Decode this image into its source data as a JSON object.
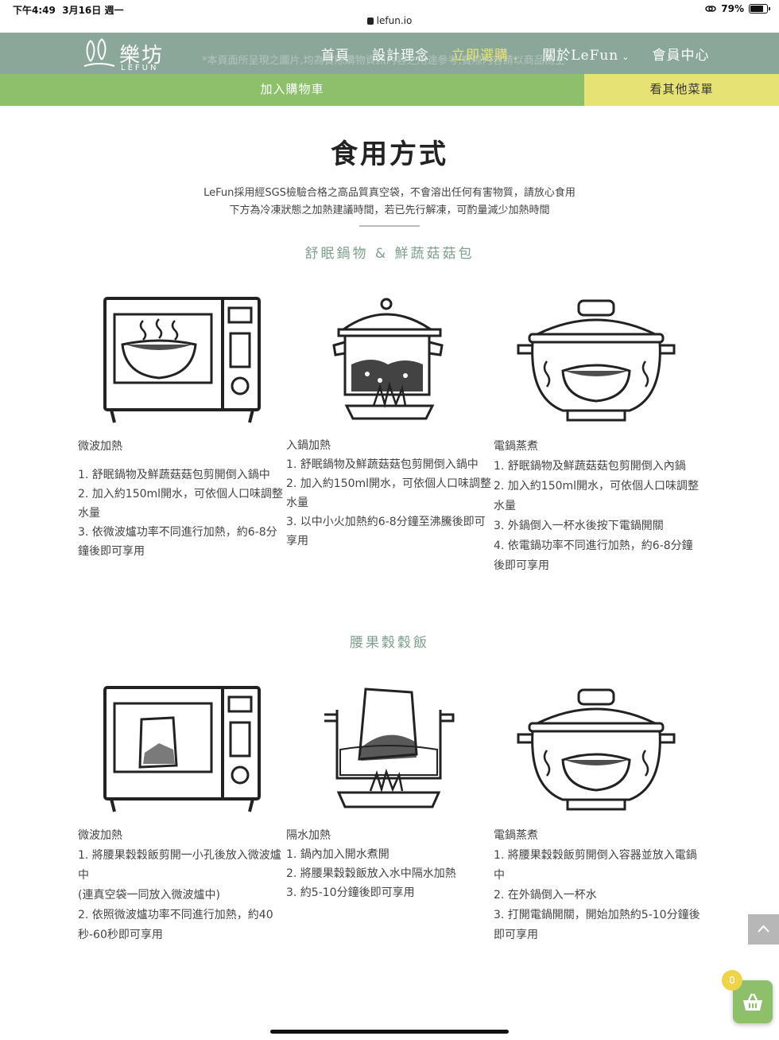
{
  "status": {
    "time": "下午4:49",
    "date": "3月16日 週一",
    "battery": "79%",
    "battery_level": 0.79,
    "url": "lefun.io"
  },
  "header": {
    "brand": "樂坊",
    "brand_en": "LEFUN",
    "ghost_note": "*本頁面所呈現之圖片,均為實際購物資訊內容之用途參考,實際內容請以商品為主",
    "nav": [
      {
        "label": "首頁"
      },
      {
        "label": "設計理念"
      },
      {
        "label": "立即選購"
      },
      {
        "label": "關於LeFun"
      },
      {
        "label": "會員中心"
      }
    ]
  },
  "actions": {
    "add_cart": "加入購物車",
    "other_menu": "看其他菜單"
  },
  "page": {
    "title": "食用方式",
    "intro_line1": "LeFun採用經SGS檢驗合格之高品質真空袋，不會溶出任何有害物質，請放心食用",
    "intro_line2": "下方為冷凍狀態之加熱建議時間，若已先行解凍，可酌量減少加熱時間"
  },
  "sections": [
    {
      "title": "舒眠鍋物 & 鮮蔬菇菇包",
      "steps": [
        {
          "heading": "微波加熱",
          "lines": [
            "1. 舒眠鍋物及鮮蔬菇菇包剪開倒入鍋中",
            "2. 加入約150ml開水，可依個人口味調整",
            "水量",
            "3. 依微波爐功率不同進行加熱，約6-8分",
            "鐘後即可享用"
          ]
        },
        {
          "heading": "入鍋加熱",
          "lines": [
            "1. 舒眠鍋物及鮮蔬菇菇包剪開倒入鍋中",
            "2. 加入約150ml開水，可依個人口味調整",
            "水量",
            "3. 以中小火加熱約6-8分鐘至沸騰後即可",
            "享用"
          ]
        },
        {
          "heading": "電鍋蒸煮",
          "lines": [
            "1. 舒眠鍋物及鮮蔬菇菇包剪開倒入內鍋",
            "2. 加入約150ml開水，可依個人口味調整",
            "水量",
            "3. 外鍋倒入一杯水後按下電鍋開關",
            "4. 依電鍋功率不同進行加熱，約6-8分鐘",
            "後即可享用"
          ]
        }
      ]
    },
    {
      "title": "腰果穀穀飯",
      "steps": [
        {
          "heading": "微波加熱",
          "lines": [
            "1. 將腰果穀穀飯剪開一小孔後放入微波爐",
            "中",
            "(連真空袋一同放入微波爐中)",
            "2. 依照微波爐功率不同進行加熱，約40",
            "秒-60秒即可享用"
          ]
        },
        {
          "heading": "隔水加熱",
          "lines": [
            "1. 鍋內加入開水煮開",
            "2. 將腰果穀穀飯放入水中隔水加熱",
            "3. 約5-10分鐘後即可享用"
          ]
        },
        {
          "heading": "電鍋蒸煮",
          "lines": [
            "1. 將腰果穀穀飯剪開倒入容器並放入電鍋",
            "中",
            "2. 在外鍋倒入一杯水",
            "3. 打開電鍋開關，開始加熱約5-10分鐘後",
            "即可享用"
          ]
        }
      ]
    }
  ],
  "cart": {
    "count": "0"
  },
  "colors": {
    "header": "#8aa79a",
    "cart_button": "#8ec06c",
    "menu_button": "#e6e274",
    "active_nav": "#e5e27a",
    "section_title": "#7fa08d"
  }
}
